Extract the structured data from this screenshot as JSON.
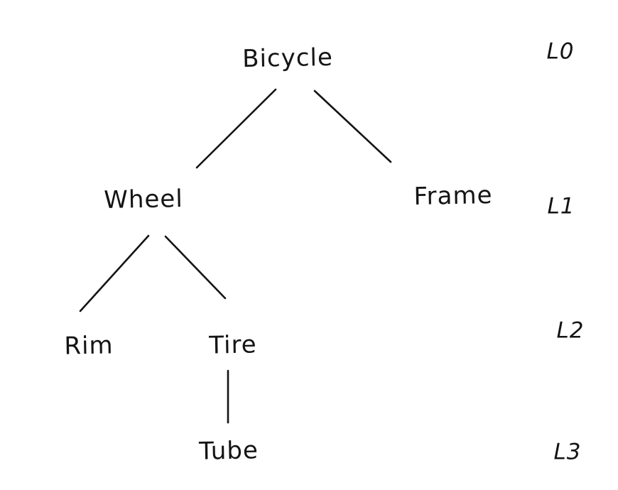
{
  "diagram": {
    "type": "tree",
    "nodes": {
      "bicycle": "Bicycle",
      "wheel": "Wheel",
      "frame": "Frame",
      "rim": "Rim",
      "tire": "Tire",
      "tube": "Tube"
    },
    "levels": {
      "l0": "L0",
      "l1": "L1",
      "l2": "L2",
      "l3": "L3"
    },
    "edges": [
      {
        "from": "Bicycle",
        "to": "Wheel"
      },
      {
        "from": "Bicycle",
        "to": "Frame"
      },
      {
        "from": "Wheel",
        "to": "Rim"
      },
      {
        "from": "Wheel",
        "to": "Tire"
      },
      {
        "from": "Tire",
        "to": "Tube"
      }
    ],
    "colors": {
      "ink": "#141414",
      "background": "#ffffff"
    }
  }
}
